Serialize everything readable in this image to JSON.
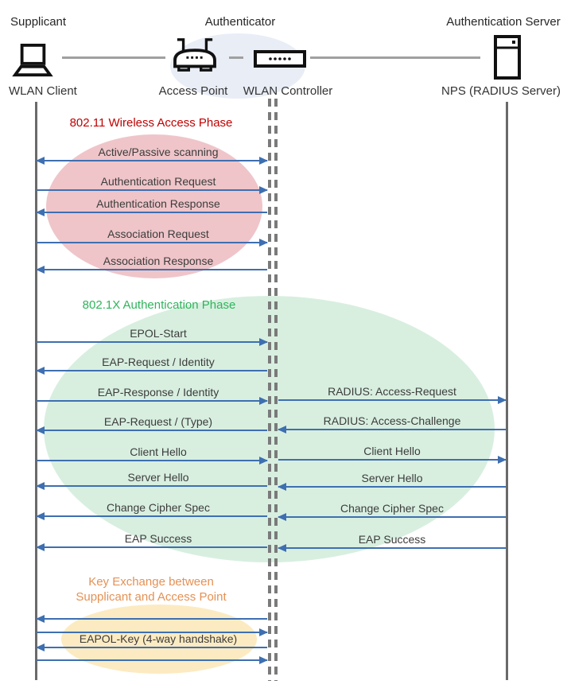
{
  "actors": {
    "roles": [
      {
        "label": "Supplicant"
      },
      {
        "label": "Authenticator"
      },
      {
        "label": "Authentication Server"
      }
    ],
    "devices": [
      {
        "label": "WLAN Client",
        "icon": "laptop-icon"
      },
      {
        "label": "Access Point",
        "icon": "access-point-icon"
      },
      {
        "label": "WLAN Controller",
        "icon": "wlan-controller-icon"
      },
      {
        "label": "NPS (RADIUS Server)",
        "icon": "server-icon"
      }
    ]
  },
  "phases": {
    "phase1": {
      "title": "802.11 Wireless Access Phase",
      "title_color": "#C00000",
      "ellipse_color": "#EFC5C9"
    },
    "phase2": {
      "title": "802.1X Authentication Phase",
      "title_color": "#2FB45C",
      "ellipse_color": "#D8EFE0"
    },
    "phase3": {
      "title_line1": "Key Exchange between",
      "title_line2": "Supplicant and Access Point",
      "title_color": "#E59154",
      "ellipse_color": "#FCEBC2"
    }
  },
  "left_messages": [
    {
      "label": "Active/Passive scanning",
      "direction": "both"
    },
    {
      "label": "Authentication Request",
      "direction": "right"
    },
    {
      "label": "Authentication Response",
      "direction": "left"
    },
    {
      "label": "Association Request",
      "direction": "right"
    },
    {
      "label": "Association Response",
      "direction": "left"
    },
    {
      "label": "EPOL-Start",
      "direction": "right"
    },
    {
      "label": "EAP-Request / Identity",
      "direction": "left"
    },
    {
      "label": "EAP-Response / Identity",
      "direction": "right"
    },
    {
      "label": "EAP-Request / (Type)",
      "direction": "left"
    },
    {
      "label": "Client Hello",
      "direction": "right"
    },
    {
      "label": "Server Hello",
      "direction": "left"
    },
    {
      "label": "Change Cipher Spec",
      "direction": "left"
    },
    {
      "label": "EAP Success",
      "direction": "left"
    },
    {
      "label": "",
      "direction": "left"
    },
    {
      "label": "",
      "direction": "right"
    },
    {
      "label": "EAPOL-Key (4-way handshake)",
      "direction": "left"
    },
    {
      "label": "",
      "direction": "right"
    }
  ],
  "right_messages": [
    {
      "label": "RADIUS: Access-Request",
      "direction": "right"
    },
    {
      "label": "RADIUS: Access-Challenge",
      "direction": "left"
    },
    {
      "label": "Client Hello",
      "direction": "right"
    },
    {
      "label": "Server Hello",
      "direction": "left"
    },
    {
      "label": "Change Cipher Spec",
      "direction": "left"
    },
    {
      "label": "EAP Success",
      "direction": "left"
    }
  ],
  "colors": {
    "arrow": "#3E6FB1",
    "lifeline": "#6A6A6A",
    "dashed_lifeline": "#7A7A7A",
    "top_connector": "#A0A0A0",
    "hub_ellipse": "#E9EDF6"
  }
}
